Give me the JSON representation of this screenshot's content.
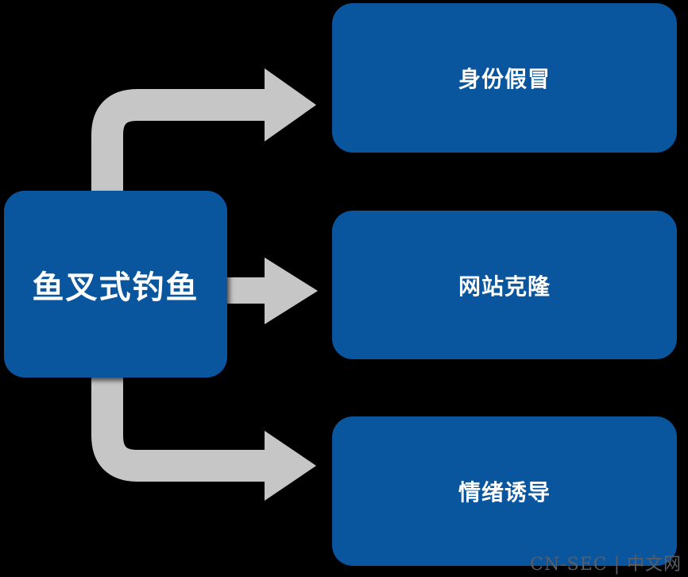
{
  "diagram": {
    "source": {
      "label": "鱼叉式钓鱼"
    },
    "targets": [
      {
        "label": "身份假冒"
      },
      {
        "label": "网站克隆"
      },
      {
        "label": "情绪诱导"
      }
    ]
  },
  "watermark": "CN-SEC | 中文网",
  "colors": {
    "box": "#0a569e",
    "arrow": "#c6c6c6",
    "background": "#000000",
    "text": "#ffffff"
  }
}
